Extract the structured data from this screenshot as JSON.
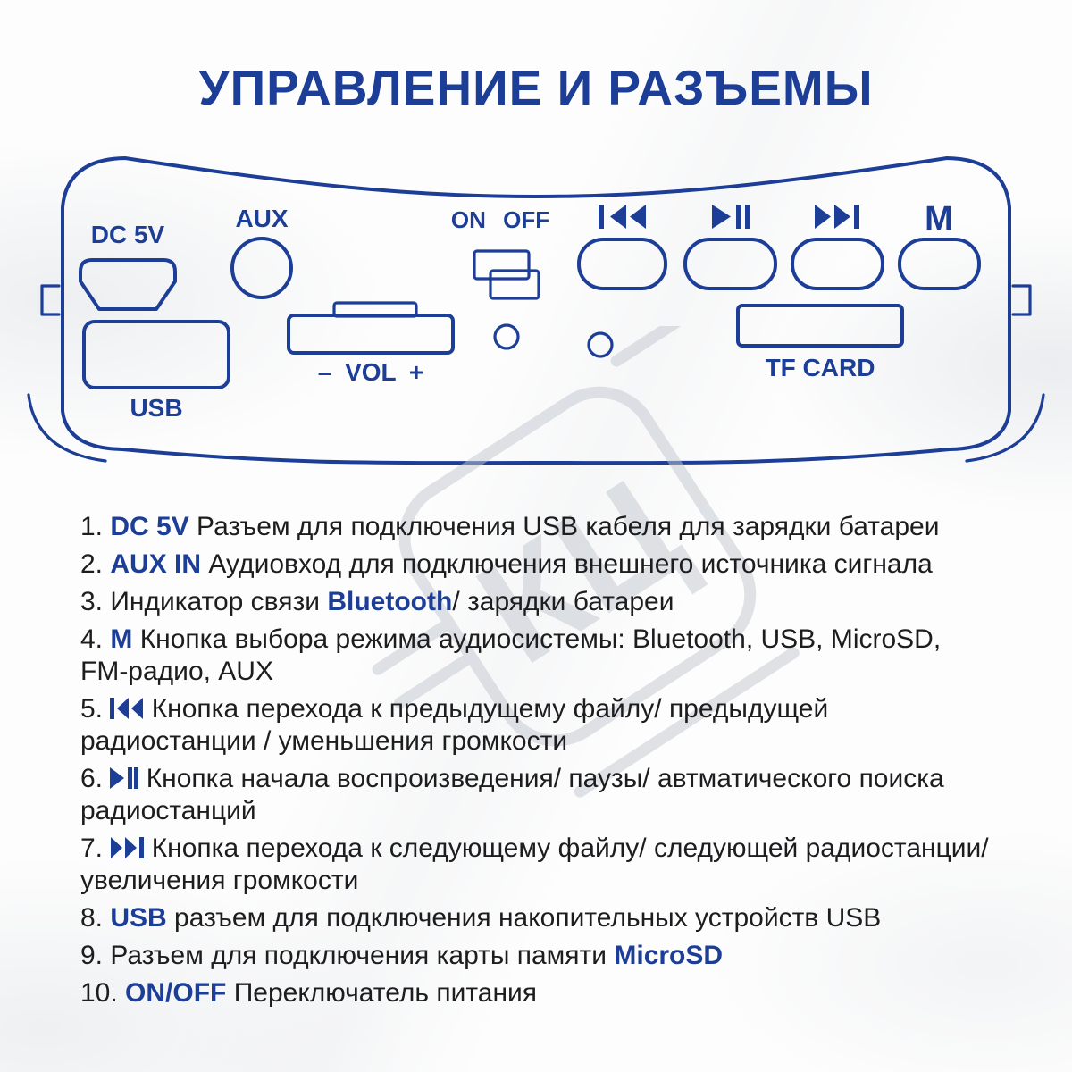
{
  "title": "УПРАВЛЕНИЕ И РАЗЪЕМЫ",
  "colors": {
    "accent": "#1d3e96",
    "body_text": "#1d1d1f",
    "watermark": "#c2c7cf"
  },
  "watermark_text": "КЦ",
  "device": {
    "dc5v_label": "DC 5V",
    "aux_label": "AUX",
    "usb_label": "USB",
    "vol_label": "– VOL +",
    "onoff_label": "ON OFF",
    "mode_label": "M",
    "tfcard_label": "TF CARD"
  },
  "list": [
    {
      "parts": [
        {
          "text": "1. "
        },
        {
          "text": "DC 5V",
          "accent": true
        },
        {
          "text": " Разъем для подключения USB кабеля для зарядки батареи"
        }
      ]
    },
    {
      "parts": [
        {
          "text": "2. "
        },
        {
          "text": "AUX IN",
          "accent": true
        },
        {
          "text": " Аудиовход для подключения внешнего источника сигнала"
        }
      ]
    },
    {
      "parts": [
        {
          "text": "3. Индикатор связи "
        },
        {
          "text": "Bluetooth",
          "accent": true
        },
        {
          "text": "/ зарядки батареи"
        }
      ]
    },
    {
      "parts": [
        {
          "text": "4. "
        },
        {
          "text": "M",
          "accent": true
        },
        {
          "text": " Кнопка выбора режима аудиосистемы: Bluetooth, USB, MicroSD,"
        },
        {
          "br": true
        },
        {
          "text": "FM-радио, AUX"
        }
      ]
    },
    {
      "parts": [
        {
          "text": "5. "
        },
        {
          "icon": "prev-icon"
        },
        {
          "text": " Кнопка перехода к предыдущему файлу/ предыдущей"
        },
        {
          "br": true
        },
        {
          "text": "радиостанции / уменьшения громкости"
        }
      ]
    },
    {
      "parts": [
        {
          "text": "6. "
        },
        {
          "icon": "play-pause-icon"
        },
        {
          "text": " Кнопка начала воспроизведения/ паузы/ автматического поиска"
        },
        {
          "br": true
        },
        {
          "text": "радиостанций"
        }
      ]
    },
    {
      "parts": [
        {
          "text": "7. "
        },
        {
          "icon": "next-icon"
        },
        {
          "text": " Кнопка перехода к следующему файлу/ следующей радиостанции/"
        },
        {
          "br": true
        },
        {
          "text": "увеличения громкости"
        }
      ]
    },
    {
      "parts": [
        {
          "text": "8. "
        },
        {
          "text": "USB",
          "accent": true
        },
        {
          "text": " разъем для подключения накопительных устройств USB"
        }
      ]
    },
    {
      "parts": [
        {
          "text": "9. Разъем для подключения карты памяти "
        },
        {
          "text": "MicroSD",
          "accent": true
        }
      ]
    },
    {
      "parts": [
        {
          "text": "10. "
        },
        {
          "text": "ON/OFF",
          "accent": true
        },
        {
          "text": " Переключатель питания"
        }
      ]
    }
  ]
}
